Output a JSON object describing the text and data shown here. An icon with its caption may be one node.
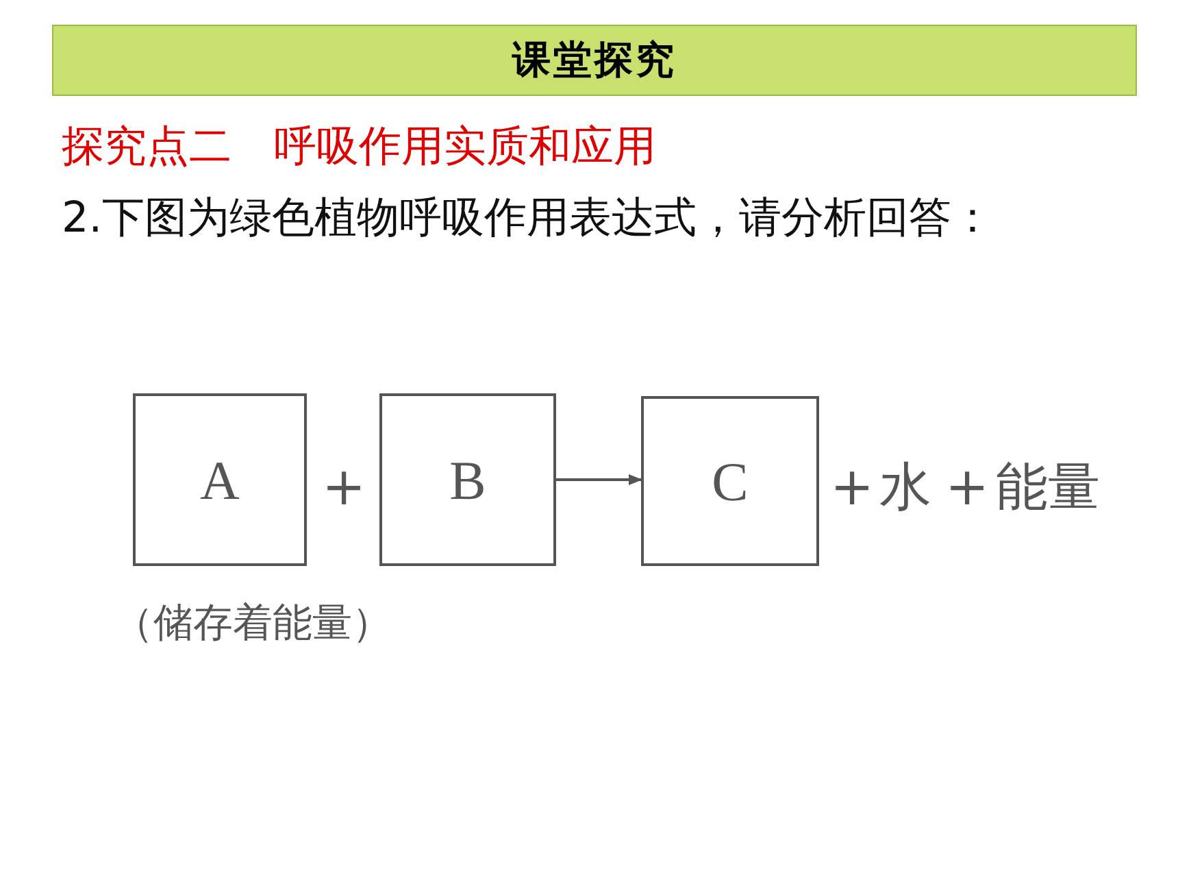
{
  "diagram": {
    "title": "课堂探究",
    "nodes": [
      {
        "text": [
          "A"
        ],
        "beside": [
          "（储存着能量）"
        ]
      },
      {
        "text": [
          "B"
        ]
      },
      {
        "text": [
          "C"
        ]
      }
    ],
    "edges": [
      {
        "from": 1,
        "to": 2,
        "arrow": "to"
      }
    ],
    "labels": [
      "探究点二　呼吸作用实质和应用",
      "2.下图为绿色植物呼吸作用表达式，请分析回答：",
      "+",
      "+",
      "水",
      "+",
      "能量"
    ]
  }
}
